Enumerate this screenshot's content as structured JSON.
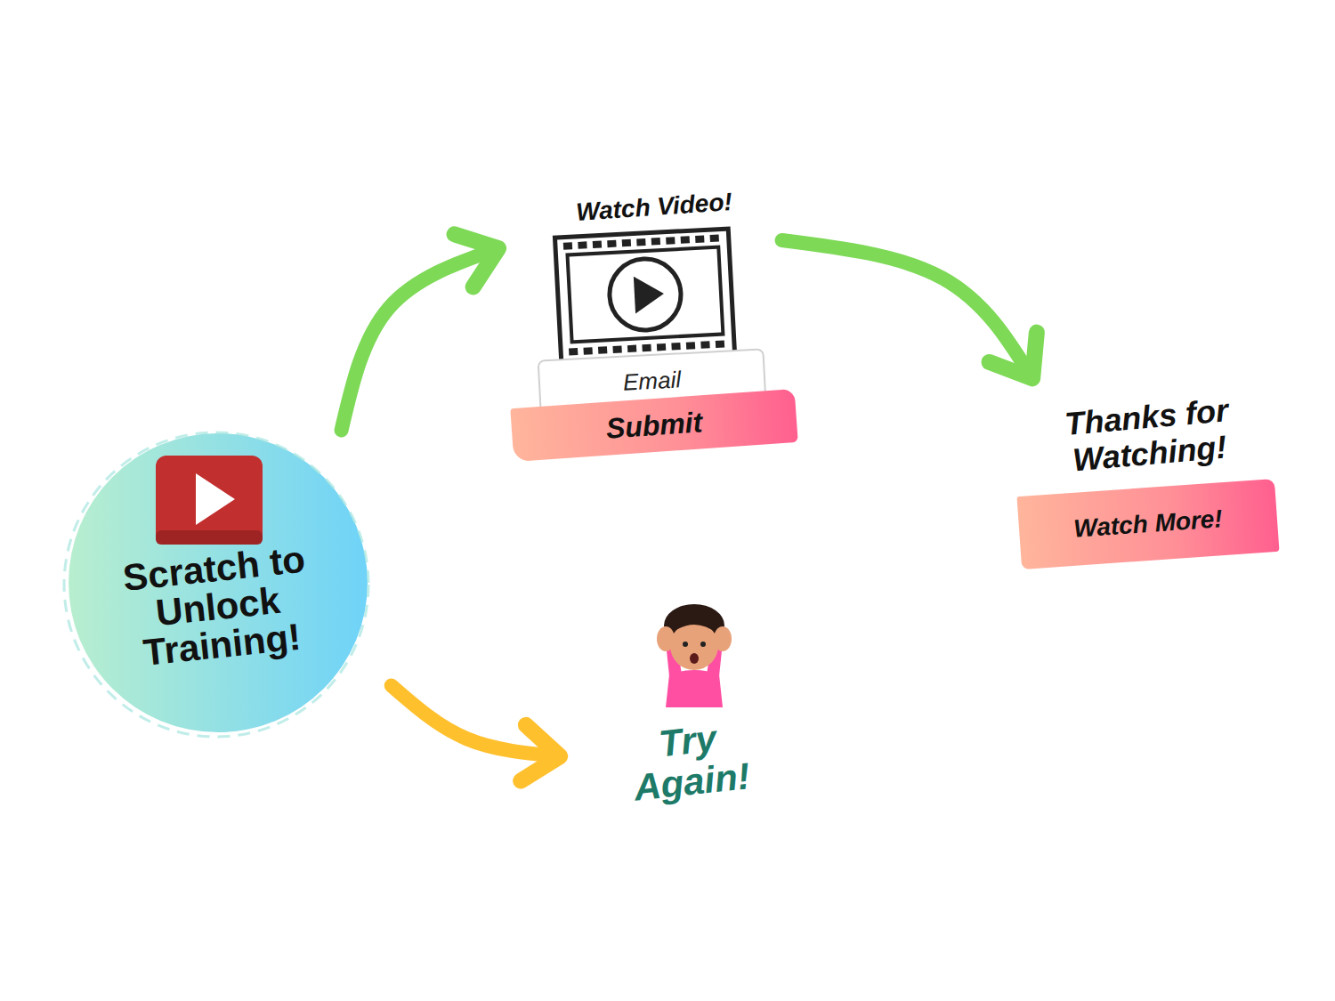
{
  "diagram": {
    "nodes": [
      {
        "text": [
          "Scratch to Unlock Training!"
        ]
      },
      {
        "text": [
          "Watch Video!"
        ]
      },
      {
        "text": [
          "Email"
        ],
        "in": 1
      },
      {
        "text": [
          "Submit"
        ],
        "in": 1
      },
      {
        "text": [
          "Thanks for Watching!"
        ]
      },
      {
        "text": [
          "Watch More!"
        ],
        "in": 4
      },
      {
        "text": [
          "Try Again!"
        ]
      }
    ],
    "edges": [
      {
        "from": 0,
        "to": 1,
        "arrow": "to"
      },
      {
        "from": 1,
        "to": 4,
        "arrow": "to"
      },
      {
        "from": 0,
        "to": 6,
        "arrow": "to"
      }
    ]
  }
}
